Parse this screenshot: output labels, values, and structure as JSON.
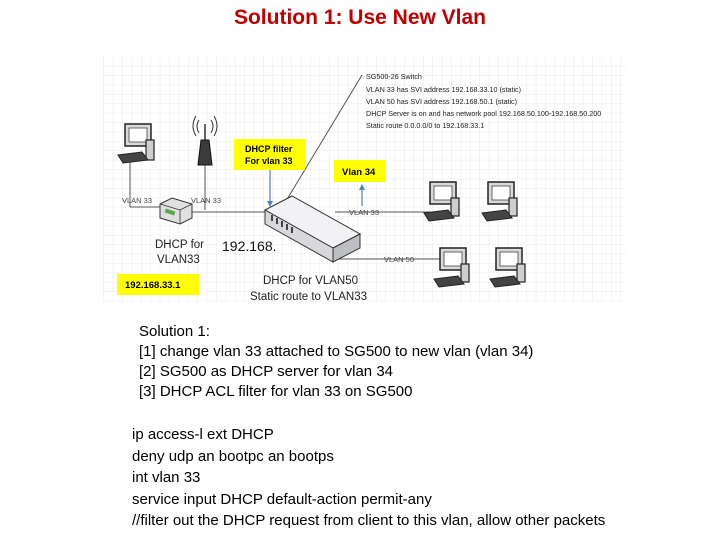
{
  "title": "Solution 1: Use New Vlan",
  "diagram": {
    "switch_notes": [
      "SG500-26 Switch",
      "VLAN 33 has SVI address 192.168.33.10 (static)",
      "VLAN 50 has SVI address 192.168.50.1 (static)",
      "DHCP Server is on and has network pool 192.168.50.100-192.168.50.200",
      "Static route 0.0.0.0/0 to 192.168.33.1"
    ],
    "dhcp_filter_label": [
      "DHCP filter",
      "For vlan 33"
    ],
    "vlan34_label": "Vlan 34",
    "vlan33_left_label": "VLAN 33",
    "vlan33_ap_label": "VLAN 33",
    "vlan33_right_label": "VLAN 33",
    "vlan50_label": "VLAN 50",
    "router_label": [
      "DHCP for",
      "VLAN33"
    ],
    "partial_ip": "192.168.",
    "router_ip": "192.168.33.1",
    "switch_label": [
      "DHCP for VLAN50",
      "Static route to VLAN33"
    ],
    "colors": {
      "title": "#c00000",
      "highlight": "#ffff00",
      "arrow": "#4f81bd",
      "switch": "#e8e8ec"
    }
  },
  "solution": {
    "heading": "Solution 1:",
    "steps": [
      "[1] change vlan 33 attached to SG500 to new vlan (vlan 34)",
      "[2] SG500 as DHCP server for vlan 34",
      "[3] DHCP ACL filter for vlan 33 on SG500"
    ]
  },
  "config": [
    "ip access-l ext DHCP",
    "deny udp an bootpc an bootps",
    "int vlan 33",
    "service input DHCP default-action permit-any",
    "//filter out the DHCP request from client to this vlan, allow other packets"
  ]
}
